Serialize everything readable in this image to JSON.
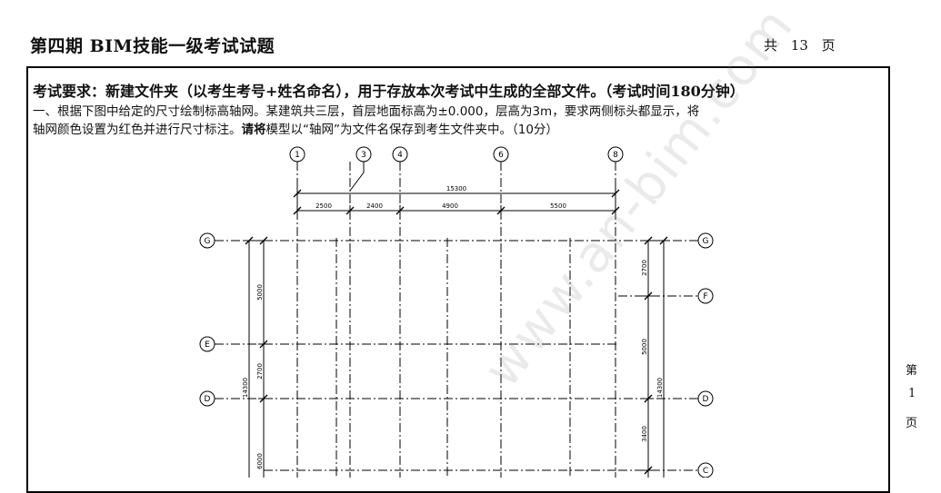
{
  "header": {
    "title": "第四期 BIM技能一级考试试题",
    "pages_prefix": "共",
    "pages_total": "13",
    "pages_suffix": "页"
  },
  "requirement": "考试要求：新建文件夹（以考生考号+姓名命名），用于存放本次考试中生成的全部文件。（考试时间180分钟）",
  "question1": {
    "line1": "一、根据下图中给定的尺寸绘制标高轴网。某建筑共三层，首层地面标高为±0.000，层高为3m，要求两侧标头都显示，将",
    "line2_a": "轴网颜色设置为红色并进行尺寸标注。",
    "line2_b": "请将",
    "line2_c": "模型以“轴网”为文件名保存到考生文件夹中。（10分）"
  },
  "side_page": {
    "c1": "第",
    "c2": "1",
    "c3": "页"
  },
  "drawing": {
    "vertical_axes": [
      "1",
      "3",
      "4",
      "6",
      "8"
    ],
    "horizontal_axes_left": [
      "G",
      "E",
      "D"
    ],
    "horizontal_axes_right": [
      "G",
      "F",
      "D",
      "C"
    ],
    "top_total": "15300",
    "top_spans": [
      "2500",
      "2400",
      "4900",
      "5500"
    ],
    "left_dims": [
      "5000",
      "2700",
      "14300",
      "6000"
    ],
    "right_dims": [
      "2700",
      "5000",
      "14300",
      "3400"
    ]
  },
  "watermark": "www.an-bim.com"
}
